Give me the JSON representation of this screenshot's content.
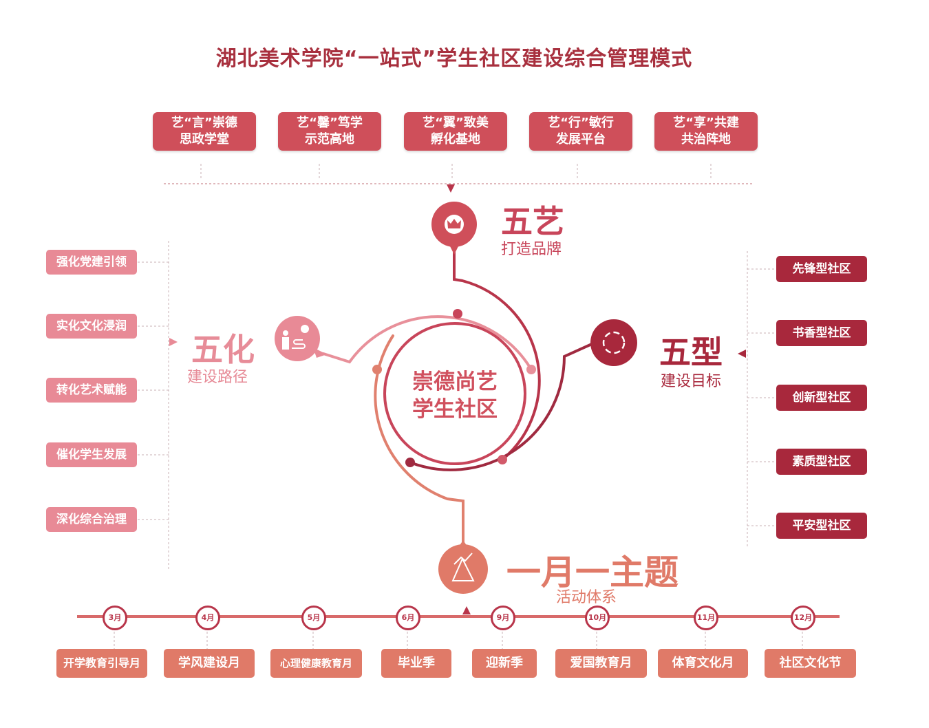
{
  "title": "湖北美术学院“一站式”学生社区建设综合管理模式",
  "top_boxes": [
    {
      "line1": "艺“言”崇德",
      "line2": "思政学堂"
    },
    {
      "line1": "艺“馨”笃学",
      "line2": "示范高地"
    },
    {
      "line1": "艺“翼”致美",
      "line2": "孵化基地"
    },
    {
      "line1": "艺“行”敏行",
      "line2": "发展平台"
    },
    {
      "line1": "艺“享”共建",
      "line2": "共治阵地"
    }
  ],
  "wuyi": {
    "title": "五艺",
    "subtitle": "打造品牌",
    "icon": "crown-icon"
  },
  "wuhua": {
    "title": "五化",
    "subtitle": "建设路径",
    "icon": "person-path-icon",
    "items": [
      "强化党建引领",
      "实化文化浸润",
      "转化艺术赋能",
      "催化学生发展",
      "深化综合治理"
    ]
  },
  "wuxing": {
    "title": "五型",
    "subtitle": "建设目标",
    "icon": "cycle-arrows-icon",
    "items": [
      "先锋型社区",
      "书香型社区",
      "创新型社区",
      "素质型社区",
      "平安型社区"
    ]
  },
  "center": {
    "line1": "崇德尚艺",
    "line2": "学生社区"
  },
  "monthly": {
    "title": "一月一主题",
    "subtitle": "活动体系",
    "icon": "mountain-growth-icon",
    "months": [
      "3月",
      "4月",
      "5月",
      "6月",
      "9月",
      "10月",
      "11月",
      "12月"
    ],
    "themes": [
      "开学教育引导月",
      "学风建设月",
      "心理健康教育月",
      "毕业季",
      "迎新季",
      "爱国教育月",
      "体育文化月",
      "社区文化节"
    ]
  },
  "colors": {
    "title": "#a8303e",
    "top": "#cf4f5a",
    "left": "#e88a96",
    "right": "#a8283c",
    "bottom": "#e07a68"
  }
}
